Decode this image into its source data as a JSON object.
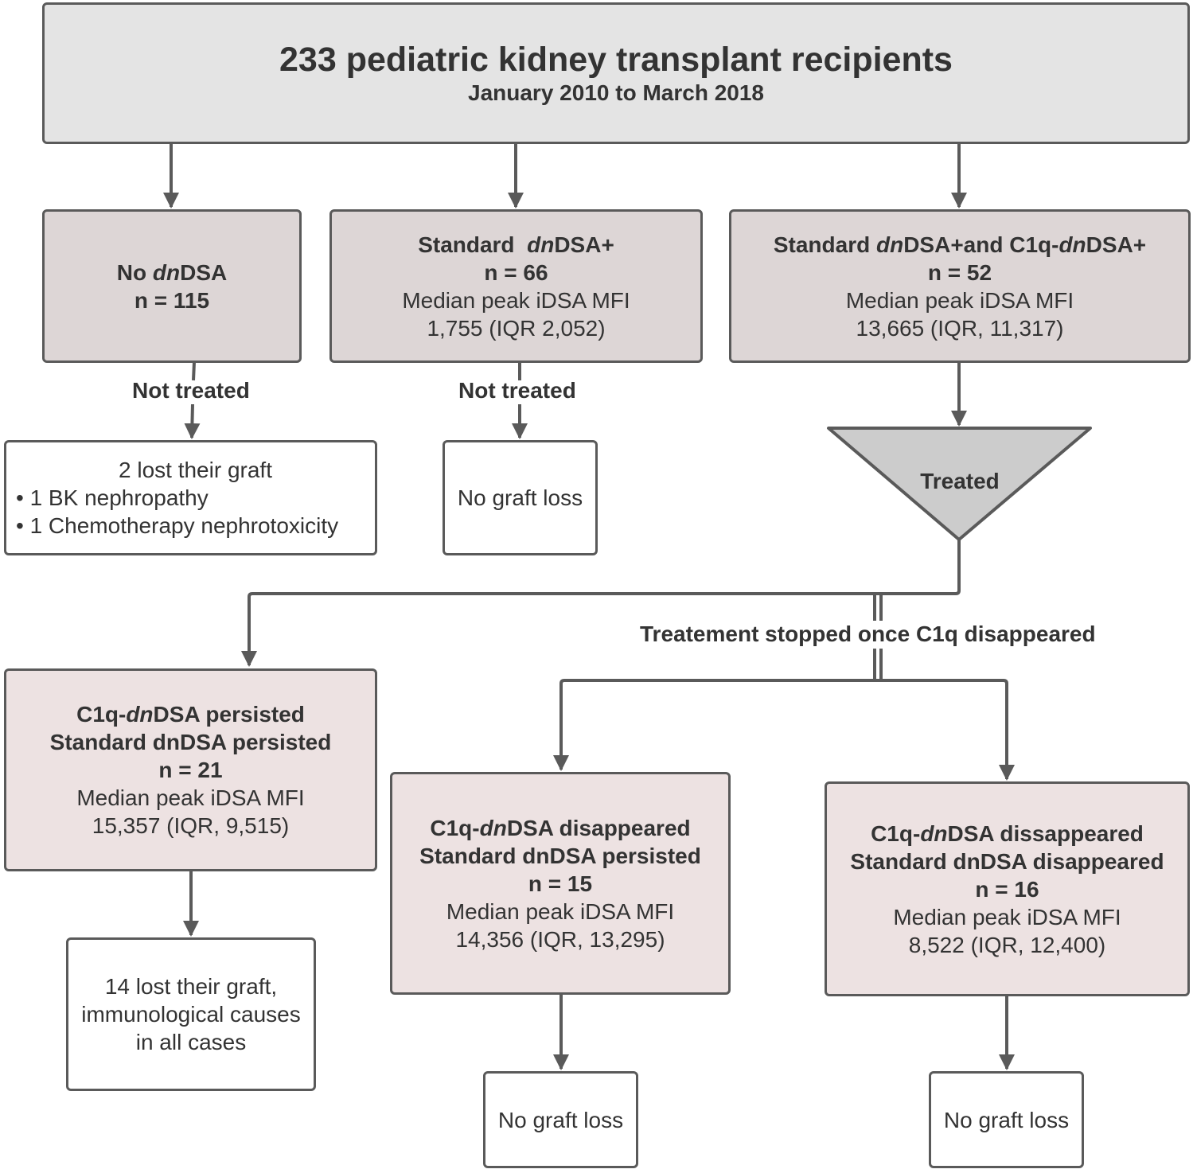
{
  "top": {
    "title": "233 pediatric kidney transplant recipients",
    "subtitle": "January 2010 to March 2018"
  },
  "groups": {
    "no_dndsa": {
      "title_pre": "No ",
      "title_em": "dn",
      "title_post": "DSA",
      "n": "n = 115"
    },
    "standard": {
      "title_pre": "Standard  ",
      "title_em": "dn",
      "title_post": "DSA+",
      "n": "n = 66",
      "mfi_label": "Median peak iDSA MFI",
      "mfi_value": "1,755 (IQR 2,052)"
    },
    "c1q": {
      "p1": "Standard ",
      "e1": "dn",
      "p2": "DSA+and C1q-",
      "e2": "dn",
      "p3": "DSA+",
      "n": "n = 52",
      "mfi_label": "Median peak iDSA MFI",
      "mfi_value": "13,665 (IQR, 11,317)"
    }
  },
  "labels": {
    "not_treated_1": "Not treated",
    "not_treated_2": "Not treated",
    "treated": "Treated",
    "treatment_stopped": "Treatement stopped once C1q disappeared"
  },
  "outcomes": {
    "no_dndsa": {
      "line1": "2 lost their graft",
      "bullet1": "• 1 BK nephropathy",
      "bullet2": "• 1 Chemotherapy nephrotoxicity"
    },
    "standard": "No graft loss",
    "persisted": {
      "line1": "14 lost their graft,",
      "line2": "immunological causes",
      "line3": "in all cases"
    },
    "disappeared_persisted": "No graft loss",
    "disappeared_disappeared": "No graft loss"
  },
  "subgroups": {
    "persisted": {
      "pre": "C1q-",
      "em": "dn",
      "post": "DSA persisted",
      "line2": "Standard dnDSA persisted",
      "n": "n = 21",
      "mfi_label": "Median peak iDSA MFI",
      "mfi_value": "15,357 (IQR, 9,515)"
    },
    "c1q_disappeared": {
      "pre": "C1q-",
      "em": "dn",
      "post": "DSA disappeared",
      "line2": "Standard dnDSA persisted",
      "n": "n = 15",
      "mfi_label": "Median peak iDSA MFI",
      "mfi_value": "14,356 (IQR, 13,295)"
    },
    "both_disappeared": {
      "pre": "C1q-",
      "em": "dn",
      "post": "DSA dissappeared",
      "line2": "Standard dnDSA disappeared",
      "n": "n = 16",
      "mfi_label": "Median peak iDSA MFI",
      "mfi_value": "8,522 (IQR, 12,400)"
    }
  },
  "colors": {
    "line": "#5a5a5a",
    "top_fill": "#e4e4e4",
    "group_fill": "#ddd6d6",
    "subgroup_fill": "#ede2e2",
    "funnel_fill": "#cccccc"
  }
}
